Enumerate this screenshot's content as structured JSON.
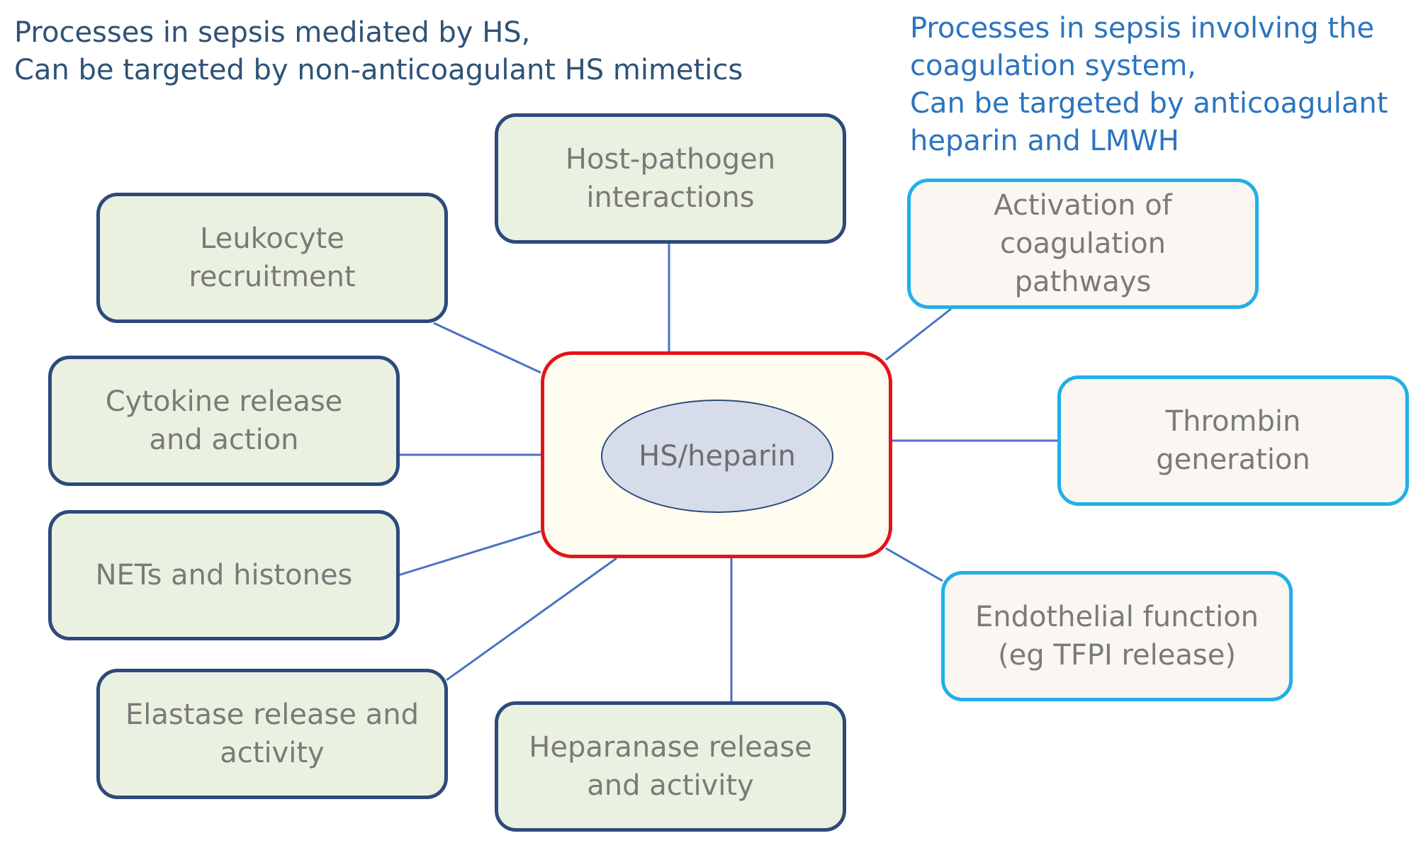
{
  "headings": {
    "left": "Processes in sepsis mediated by HS,\nCan be targeted by non-anticoagulant HS mimetics",
    "right": "Processes in sepsis involving the\ncoagulation system,\nCan be targeted by anticoagulant\nheparin and LMWH"
  },
  "center": {
    "label": "HS/heparin"
  },
  "hs_processes": [
    {
      "label": "Host-pathogen\ninteractions"
    },
    {
      "label": "Leukocyte\nrecruitment"
    },
    {
      "label": "Cytokine release\nand action"
    },
    {
      "label": "NETs and histones"
    },
    {
      "label": "Elastase release and\nactivity"
    },
    {
      "label": "Heparanase release\nand activity"
    }
  ],
  "coagulation_processes": [
    {
      "label": "Activation of\ncoagulation\npathways"
    },
    {
      "label": "Thrombin\ngeneration"
    },
    {
      "label": "Endothelial function\n(eg TFPI release)"
    }
  ],
  "colors": {
    "hs_box_fill": "#ebf1e0",
    "hs_box_border": "#2c4a7c",
    "coag_box_fill": "#faf6f1",
    "coag_box_border": "#1fb0e8",
    "center_border": "#e3141b",
    "center_fill": "#fffdf0",
    "ellipse_fill": "#d6dcea",
    "connector": "#4a72c4",
    "left_heading": "#2f5276",
    "right_heading": "#2b74c0"
  }
}
